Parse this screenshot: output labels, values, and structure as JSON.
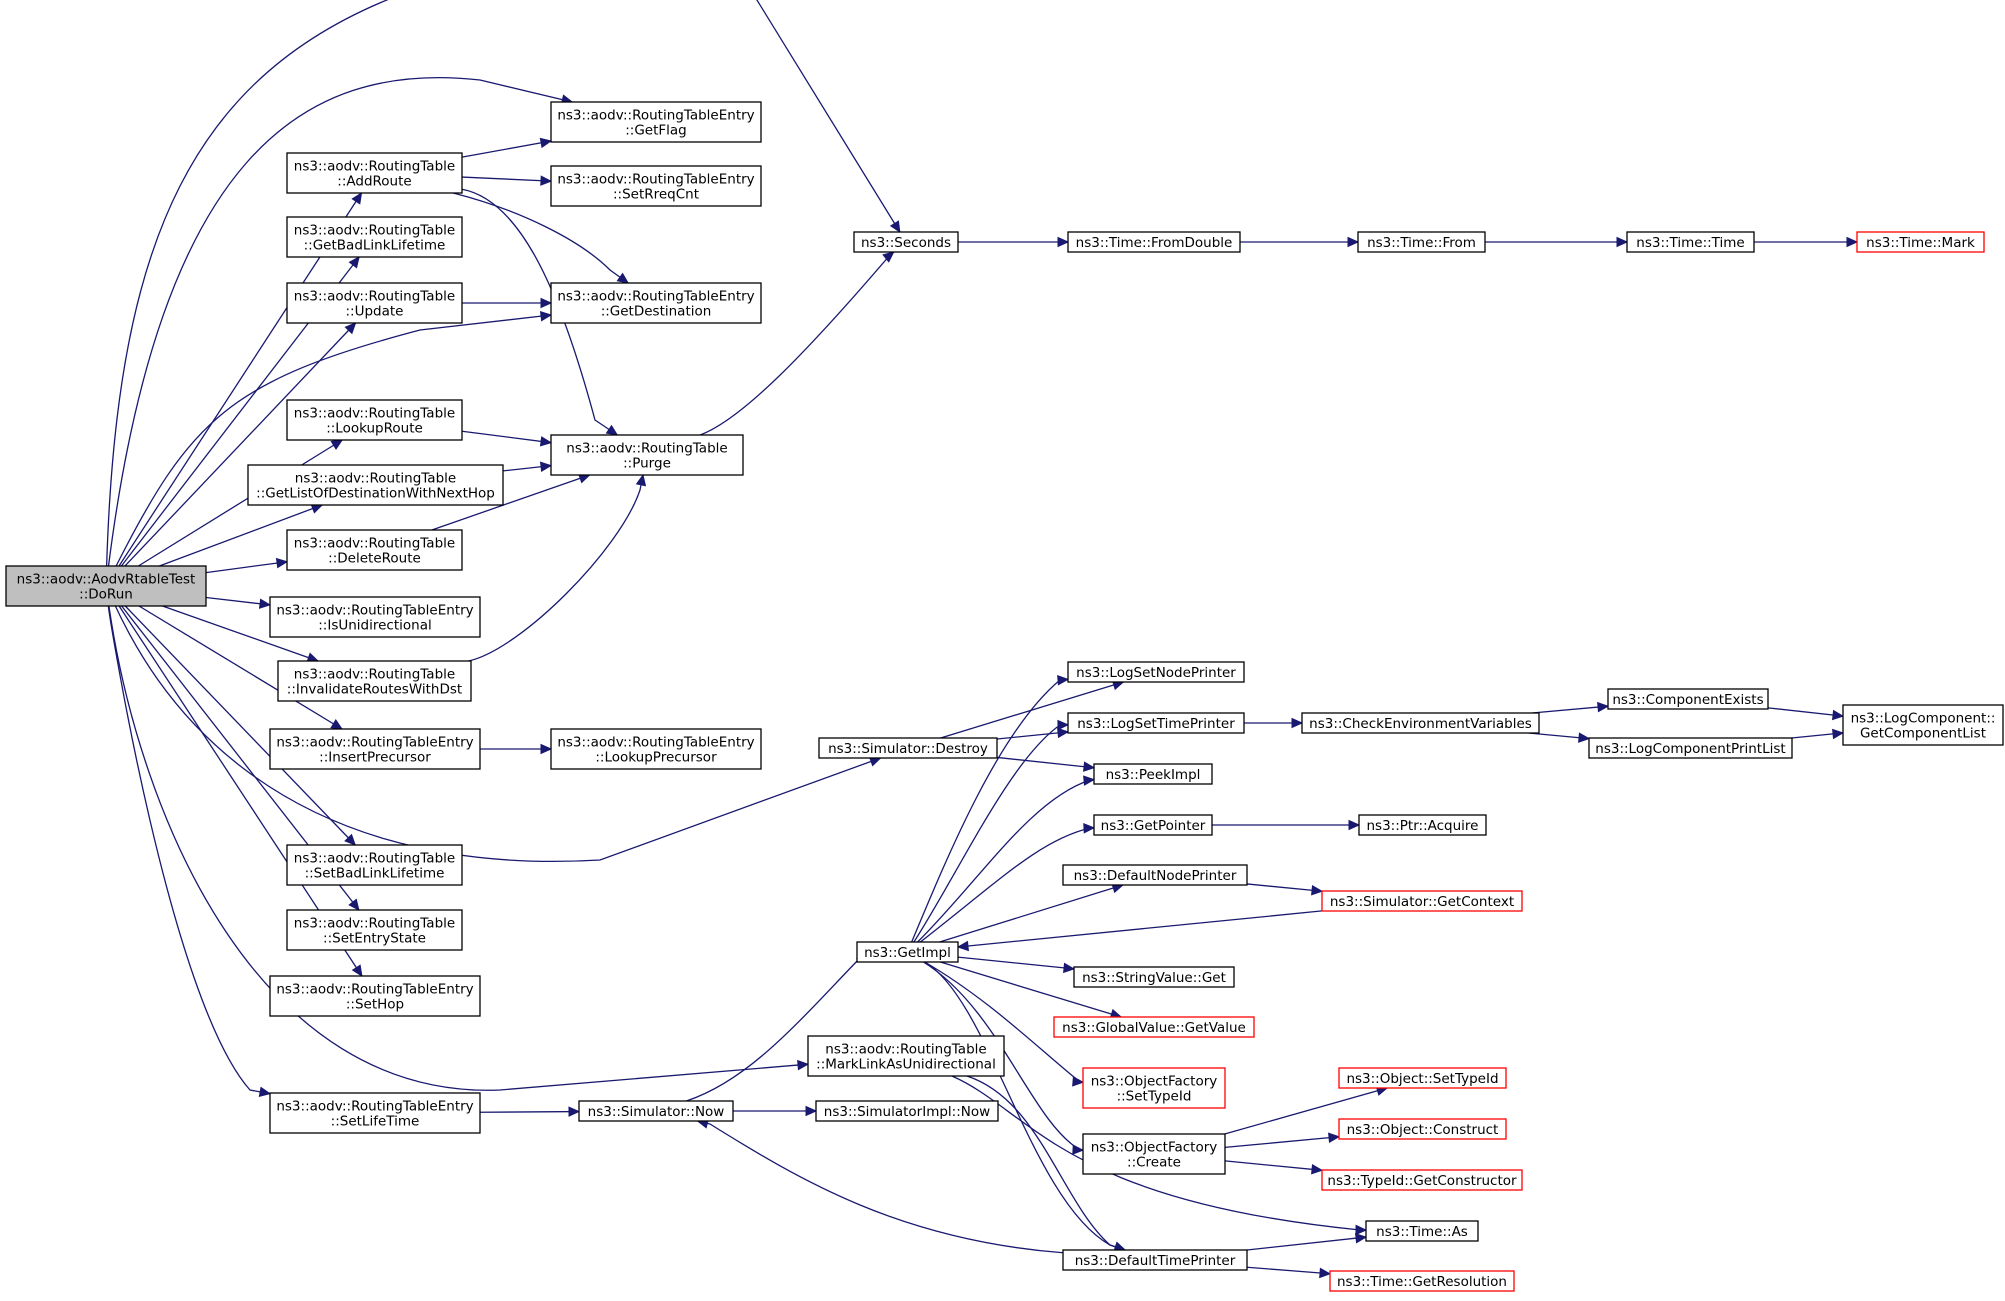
{
  "colors": {
    "edge": "#191970",
    "node_border": "#000000",
    "external_border": "#ff0000",
    "root_fill": "#bfbfbf",
    "node_fill": "#ffffff"
  },
  "nodes": [
    {
      "id": "dorun",
      "lines": [
        "ns3::aodv::AodvRtableTest",
        "::DoRun"
      ],
      "style": "root"
    },
    {
      "id": "getflag",
      "lines": [
        "ns3::aodv::RoutingTableEntry",
        "::GetFlag"
      ],
      "style": "normal"
    },
    {
      "id": "addroute",
      "lines": [
        "ns3::aodv::RoutingTable",
        "::AddRoute"
      ],
      "style": "normal"
    },
    {
      "id": "setreqcnt",
      "lines": [
        "ns3::aodv::RoutingTableEntry",
        "::SetRreqCnt"
      ],
      "style": "normal"
    },
    {
      "id": "getbadlink",
      "lines": [
        "ns3::aodv::RoutingTable",
        "::GetBadLinkLifetime"
      ],
      "style": "normal"
    },
    {
      "id": "update",
      "lines": [
        "ns3::aodv::RoutingTable",
        "::Update"
      ],
      "style": "normal"
    },
    {
      "id": "getdest",
      "lines": [
        "ns3::aodv::RoutingTableEntry",
        "::GetDestination"
      ],
      "style": "normal"
    },
    {
      "id": "lookuproute",
      "lines": [
        "ns3::aodv::RoutingTable",
        "::LookupRoute"
      ],
      "style": "normal"
    },
    {
      "id": "purge",
      "lines": [
        "ns3::aodv::RoutingTable",
        "::Purge"
      ],
      "style": "normal"
    },
    {
      "id": "getlistdest",
      "lines": [
        "ns3::aodv::RoutingTable",
        "::GetListOfDestinationWithNextHop"
      ],
      "style": "normal"
    },
    {
      "id": "deleteroute",
      "lines": [
        "ns3::aodv::RoutingTable",
        "::DeleteRoute"
      ],
      "style": "normal"
    },
    {
      "id": "isunidir",
      "lines": [
        "ns3::aodv::RoutingTableEntry",
        "::IsUnidirectional"
      ],
      "style": "normal"
    },
    {
      "id": "invalidate",
      "lines": [
        "ns3::aodv::RoutingTable",
        "::InvalidateRoutesWithDst"
      ],
      "style": "normal"
    },
    {
      "id": "insertprec",
      "lines": [
        "ns3::aodv::RoutingTableEntry",
        "::InsertPrecursor"
      ],
      "style": "normal"
    },
    {
      "id": "lookupprec",
      "lines": [
        "ns3::aodv::RoutingTableEntry",
        "::LookupPrecursor"
      ],
      "style": "normal"
    },
    {
      "id": "setbadlink",
      "lines": [
        "ns3::aodv::RoutingTable",
        "::SetBadLinkLifetime"
      ],
      "style": "normal"
    },
    {
      "id": "setentrystate",
      "lines": [
        "ns3::aodv::RoutingTable",
        "::SetEntryState"
      ],
      "style": "normal"
    },
    {
      "id": "sethop",
      "lines": [
        "ns3::aodv::RoutingTableEntry",
        "::SetHop"
      ],
      "style": "normal"
    },
    {
      "id": "setlifetime",
      "lines": [
        "ns3::aodv::RoutingTableEntry",
        "::SetLifeTime"
      ],
      "style": "normal"
    },
    {
      "id": "seconds",
      "lines": [
        "ns3::Seconds"
      ],
      "style": "normal"
    },
    {
      "id": "fromdouble",
      "lines": [
        "ns3::Time::FromDouble"
      ],
      "style": "normal"
    },
    {
      "id": "timefrom",
      "lines": [
        "ns3::Time::From"
      ],
      "style": "normal"
    },
    {
      "id": "timetime",
      "lines": [
        "ns3::Time::Time"
      ],
      "style": "normal"
    },
    {
      "id": "timemark",
      "lines": [
        "ns3::Time::Mark"
      ],
      "style": "external"
    },
    {
      "id": "simdestroy",
      "lines": [
        "ns3::Simulator::Destroy"
      ],
      "style": "normal"
    },
    {
      "id": "logsetnode",
      "lines": [
        "ns3::LogSetNodePrinter"
      ],
      "style": "normal"
    },
    {
      "id": "logsettime",
      "lines": [
        "ns3::LogSetTimePrinter"
      ],
      "style": "normal"
    },
    {
      "id": "checkenv",
      "lines": [
        "ns3::CheckEnvironmentVariables"
      ],
      "style": "normal"
    },
    {
      "id": "compexists",
      "lines": [
        "ns3::ComponentExists"
      ],
      "style": "normal"
    },
    {
      "id": "logcomplist",
      "lines": [
        "ns3::LogComponent::",
        "GetComponentList"
      ],
      "style": "normal"
    },
    {
      "id": "logcompprint",
      "lines": [
        "ns3::LogComponentPrintList"
      ],
      "style": "normal"
    },
    {
      "id": "peekimpl",
      "lines": [
        "ns3::PeekImpl"
      ],
      "style": "normal"
    },
    {
      "id": "getpointer",
      "lines": [
        "ns3::GetPointer"
      ],
      "style": "normal"
    },
    {
      "id": "ptracquire",
      "lines": [
        "ns3::Ptr::Acquire"
      ],
      "style": "normal"
    },
    {
      "id": "defnodeprinter",
      "lines": [
        "ns3::DefaultNodePrinter"
      ],
      "style": "normal"
    },
    {
      "id": "simgetcontext",
      "lines": [
        "ns3::Simulator::GetContext"
      ],
      "style": "external"
    },
    {
      "id": "getimpl",
      "lines": [
        "ns3::GetImpl"
      ],
      "style": "normal"
    },
    {
      "id": "stringvalget",
      "lines": [
        "ns3::StringValue::Get"
      ],
      "style": "normal"
    },
    {
      "id": "globalvalget",
      "lines": [
        "ns3::GlobalValue::GetValue"
      ],
      "style": "external"
    },
    {
      "id": "markunidir",
      "lines": [
        "ns3::aodv::RoutingTable",
        "::MarkLinkAsUnidirectional"
      ],
      "style": "normal"
    },
    {
      "id": "objfactsettype",
      "lines": [
        "ns3::ObjectFactory",
        "::SetTypeId"
      ],
      "style": "external"
    },
    {
      "id": "objsettype",
      "lines": [
        "ns3::Object::SetTypeId"
      ],
      "style": "external"
    },
    {
      "id": "simnow",
      "lines": [
        "ns3::Simulator::Now"
      ],
      "style": "normal"
    },
    {
      "id": "simimplnow",
      "lines": [
        "ns3::SimulatorImpl::Now"
      ],
      "style": "normal"
    },
    {
      "id": "objconstruct",
      "lines": [
        "ns3::Object::Construct"
      ],
      "style": "external"
    },
    {
      "id": "objfactcreate",
      "lines": [
        "ns3::ObjectFactory",
        "::Create"
      ],
      "style": "normal"
    },
    {
      "id": "typeidgetctor",
      "lines": [
        "ns3::TypeId::GetConstructor"
      ],
      "style": "external"
    },
    {
      "id": "timeas",
      "lines": [
        "ns3::Time::As"
      ],
      "style": "normal"
    },
    {
      "id": "deftimeprinter",
      "lines": [
        "ns3::DefaultTimePrinter"
      ],
      "style": "normal"
    },
    {
      "id": "timegetres",
      "lines": [
        "ns3::Time::GetResolution"
      ],
      "style": "external"
    }
  ],
  "edges": [
    [
      "dorun",
      "getflag"
    ],
    [
      "dorun",
      "addroute"
    ],
    [
      "dorun",
      "getbadlink"
    ],
    [
      "dorun",
      "update"
    ],
    [
      "dorun",
      "getdest"
    ],
    [
      "dorun",
      "lookuproute"
    ],
    [
      "dorun",
      "getlistdest"
    ],
    [
      "dorun",
      "deleteroute"
    ],
    [
      "dorun",
      "isunidir"
    ],
    [
      "dorun",
      "invalidate"
    ],
    [
      "dorun",
      "insertprec"
    ],
    [
      "dorun",
      "setbadlink"
    ],
    [
      "dorun",
      "setentrystate"
    ],
    [
      "dorun",
      "sethop"
    ],
    [
      "dorun",
      "setlifetime"
    ],
    [
      "dorun",
      "seconds"
    ],
    [
      "dorun",
      "simdestroy"
    ],
    [
      "dorun",
      "markunidir"
    ],
    [
      "addroute",
      "getflag"
    ],
    [
      "addroute",
      "setreqcnt"
    ],
    [
      "addroute",
      "getdest"
    ],
    [
      "addroute",
      "purge"
    ],
    [
      "update",
      "getdest"
    ],
    [
      "lookuproute",
      "purge"
    ],
    [
      "getlistdest",
      "purge"
    ],
    [
      "deleteroute",
      "purge"
    ],
    [
      "invalidate",
      "purge"
    ],
    [
      "purge",
      "seconds"
    ],
    [
      "insertprec",
      "lookupprec"
    ],
    [
      "seconds",
      "fromdouble"
    ],
    [
      "fromdouble",
      "timefrom"
    ],
    [
      "timefrom",
      "timetime"
    ],
    [
      "timetime",
      "timemark"
    ],
    [
      "simdestroy",
      "logsetnode"
    ],
    [
      "simdestroy",
      "logsettime"
    ],
    [
      "simdestroy",
      "peekimpl"
    ],
    [
      "logsettime",
      "checkenv"
    ],
    [
      "checkenv",
      "compexists"
    ],
    [
      "checkenv",
      "logcompprint"
    ],
    [
      "compexists",
      "logcomplist"
    ],
    [
      "logcompprint",
      "logcomplist"
    ],
    [
      "getimpl",
      "logsetnode"
    ],
    [
      "getimpl",
      "logsettime"
    ],
    [
      "getimpl",
      "peekimpl"
    ],
    [
      "getimpl",
      "getpointer"
    ],
    [
      "getimpl",
      "defnodeprinter"
    ],
    [
      "getimpl",
      "stringvalget"
    ],
    [
      "getimpl",
      "globalvalget"
    ],
    [
      "getimpl",
      "objfactsettype"
    ],
    [
      "getimpl",
      "objfactcreate"
    ],
    [
      "getimpl",
      "deftimeprinter"
    ],
    [
      "getpointer",
      "ptracquire"
    ],
    [
      "defnodeprinter",
      "simgetcontext"
    ],
    [
      "simgetcontext",
      "getimpl"
    ],
    [
      "setlifetime",
      "simnow"
    ],
    [
      "simnow",
      "getimpl"
    ],
    [
      "simnow",
      "simimplnow"
    ],
    [
      "markunidir",
      "deftimeprinter"
    ],
    [
      "markunidir",
      "timeas"
    ],
    [
      "objfactcreate",
      "objsettype"
    ],
    [
      "objfactcreate",
      "objconstruct"
    ],
    [
      "objfactcreate",
      "typeidgetctor"
    ],
    [
      "deftimeprinter",
      "simnow"
    ],
    [
      "deftimeprinter",
      "timeas"
    ],
    [
      "deftimeprinter",
      "timegetres"
    ]
  ]
}
